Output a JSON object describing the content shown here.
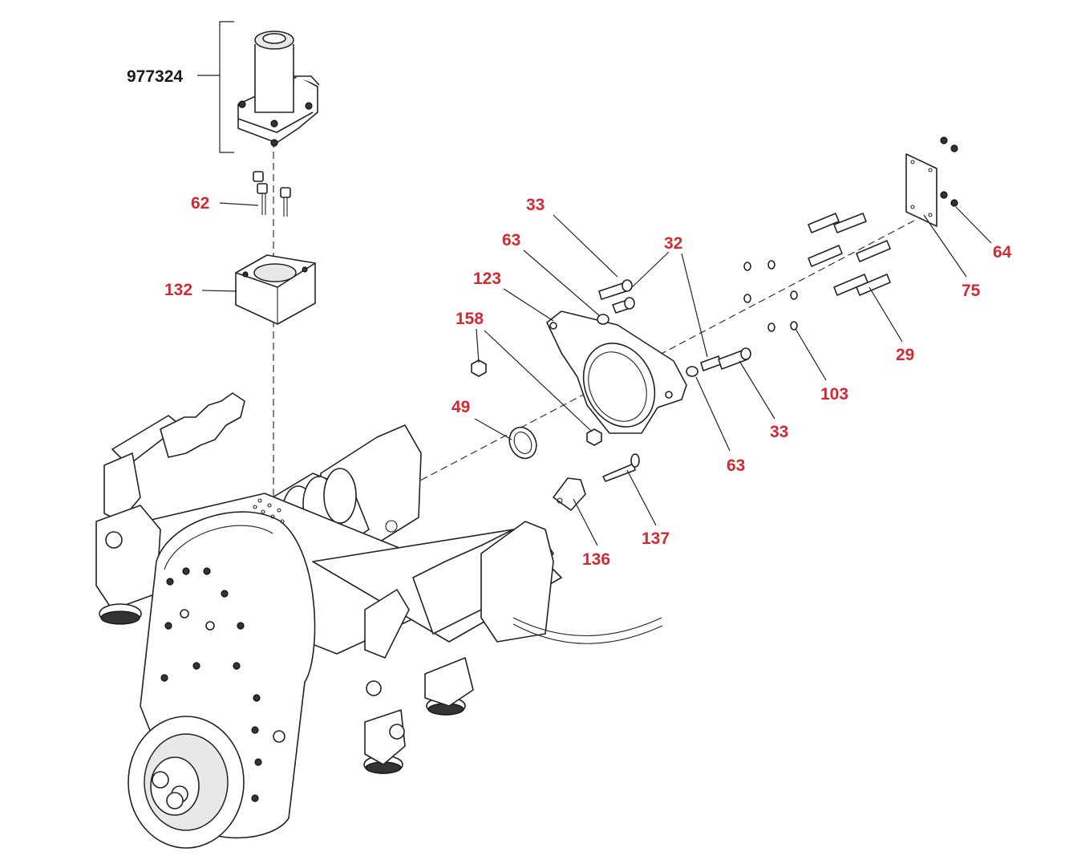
{
  "diagram": {
    "assembly_callout": "977324",
    "callouts": {
      "c62": "62",
      "c132": "132",
      "c33_top": "33",
      "c63_top": "63",
      "c32": "32",
      "c123": "123",
      "c158": "158",
      "c49": "49",
      "c64": "64",
      "c75": "75",
      "c29": "29",
      "c103": "103",
      "c33_bottom": "33",
      "c63_bottom": "63",
      "c137": "137",
      "c136": "136"
    },
    "colors": {
      "callout_red": "#d22a32",
      "callout_black": "#1a1a1a",
      "line": "#222222"
    }
  }
}
